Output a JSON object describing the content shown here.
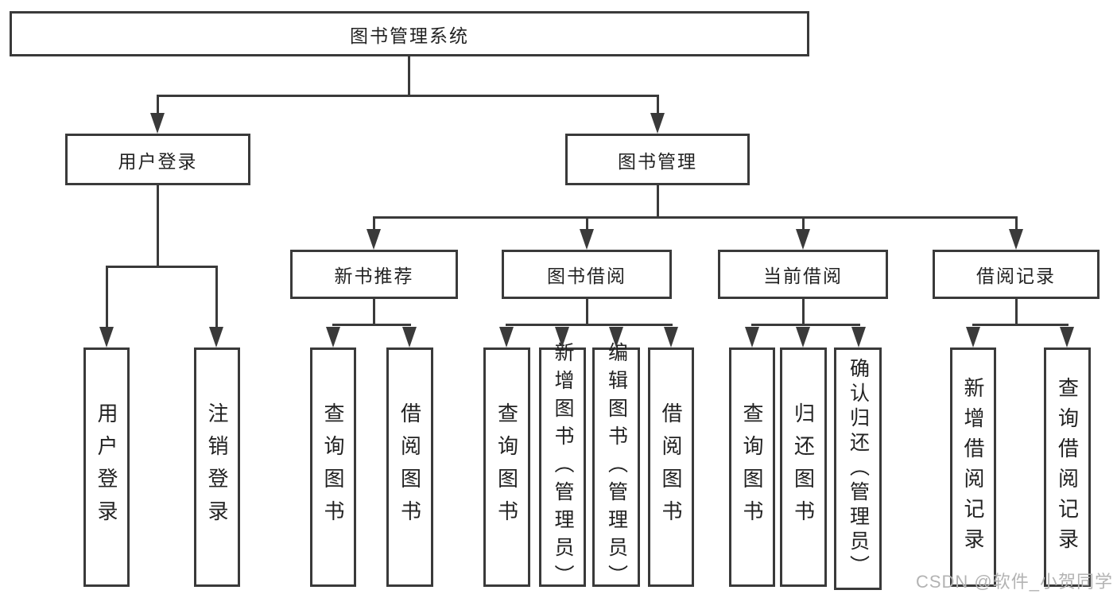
{
  "tree": {
    "root": "图书管理系统",
    "branches": [
      {
        "label": "用户登录",
        "children": [
          "用户登录",
          "注销登录"
        ]
      },
      {
        "label": "图书管理",
        "children": [
          {
            "label": "新书推荐",
            "children": [
              "查询图书",
              "借阅图书"
            ]
          },
          {
            "label": "图书借阅",
            "children": [
              "查询图书",
              "新增图书（管理员）",
              "编辑图书（管理员）",
              "借阅图书"
            ]
          },
          {
            "label": "当前借阅",
            "children": [
              "查询图书",
              "归还图书",
              "确认归还（管理员）"
            ]
          },
          {
            "label": "借阅记录",
            "children": [
              "新增借阅记录",
              "查询借阅记录"
            ]
          }
        ]
      }
    ]
  },
  "watermark": "CSDN @软件_小贺同学",
  "colors": {
    "line": "#3a3a3a",
    "text": "#222222",
    "watermark": "#b3b3b3",
    "background": "#ffffff"
  }
}
